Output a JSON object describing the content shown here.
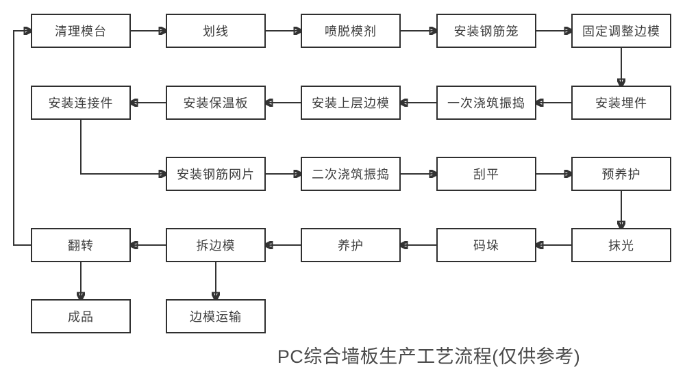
{
  "diagram": {
    "title": "PC综合墙板生产工艺流程(仅供参考)",
    "nodes": [
      {
        "id": "clean-mold-table",
        "label": "清理模台"
      },
      {
        "id": "marking",
        "label": "划线"
      },
      {
        "id": "spray-release-agent",
        "label": "喷脱模剂"
      },
      {
        "id": "install-rebar-cage",
        "label": "安装钢筋笼"
      },
      {
        "id": "fix-adjust-side-mold",
        "label": "固定调整边模"
      },
      {
        "id": "install-connectors",
        "label": "安装连接件"
      },
      {
        "id": "install-insulation-board",
        "label": "安装保温板"
      },
      {
        "id": "install-upper-side-mold",
        "label": "安装上层边模"
      },
      {
        "id": "first-pour-vibrate",
        "label": "一次浇筑振捣"
      },
      {
        "id": "install-embedded-parts",
        "label": "安装埋件"
      },
      {
        "id": "install-rebar-mesh",
        "label": "安装钢筋网片"
      },
      {
        "id": "second-pour-vibrate",
        "label": "二次浇筑振捣"
      },
      {
        "id": "scrape-level",
        "label": "刮平"
      },
      {
        "id": "pre-curing",
        "label": "预养护"
      },
      {
        "id": "flip",
        "label": "翻转"
      },
      {
        "id": "remove-side-mold",
        "label": "拆边模"
      },
      {
        "id": "curing",
        "label": "养护"
      },
      {
        "id": "stacking",
        "label": "码垛"
      },
      {
        "id": "trowel-polish",
        "label": "抹光"
      },
      {
        "id": "finished-product",
        "label": "成品"
      },
      {
        "id": "side-mold-transport",
        "label": "边模运输"
      }
    ],
    "edges": [
      {
        "from": "clean-mold-table",
        "to": "marking"
      },
      {
        "from": "marking",
        "to": "spray-release-agent"
      },
      {
        "from": "spray-release-agent",
        "to": "install-rebar-cage"
      },
      {
        "from": "install-rebar-cage",
        "to": "fix-adjust-side-mold"
      },
      {
        "from": "fix-adjust-side-mold",
        "to": "install-embedded-parts"
      },
      {
        "from": "install-embedded-parts",
        "to": "first-pour-vibrate"
      },
      {
        "from": "first-pour-vibrate",
        "to": "install-upper-side-mold"
      },
      {
        "from": "install-upper-side-mold",
        "to": "install-insulation-board"
      },
      {
        "from": "install-insulation-board",
        "to": "install-connectors"
      },
      {
        "from": "install-connectors",
        "to": "install-rebar-mesh"
      },
      {
        "from": "install-rebar-mesh",
        "to": "second-pour-vibrate"
      },
      {
        "from": "second-pour-vibrate",
        "to": "scrape-level"
      },
      {
        "from": "scrape-level",
        "to": "pre-curing"
      },
      {
        "from": "pre-curing",
        "to": "trowel-polish"
      },
      {
        "from": "trowel-polish",
        "to": "stacking"
      },
      {
        "from": "stacking",
        "to": "curing"
      },
      {
        "from": "curing",
        "to": "remove-side-mold"
      },
      {
        "from": "remove-side-mold",
        "to": "flip"
      },
      {
        "from": "flip",
        "to": "clean-mold-table"
      },
      {
        "from": "flip",
        "to": "finished-product"
      },
      {
        "from": "remove-side-mold",
        "to": "side-mold-transport"
      }
    ],
    "colors": {
      "line": "#333333",
      "box_border": "#2f2f2f",
      "text": "#3c3c3c",
      "background": "#ffffff"
    }
  }
}
